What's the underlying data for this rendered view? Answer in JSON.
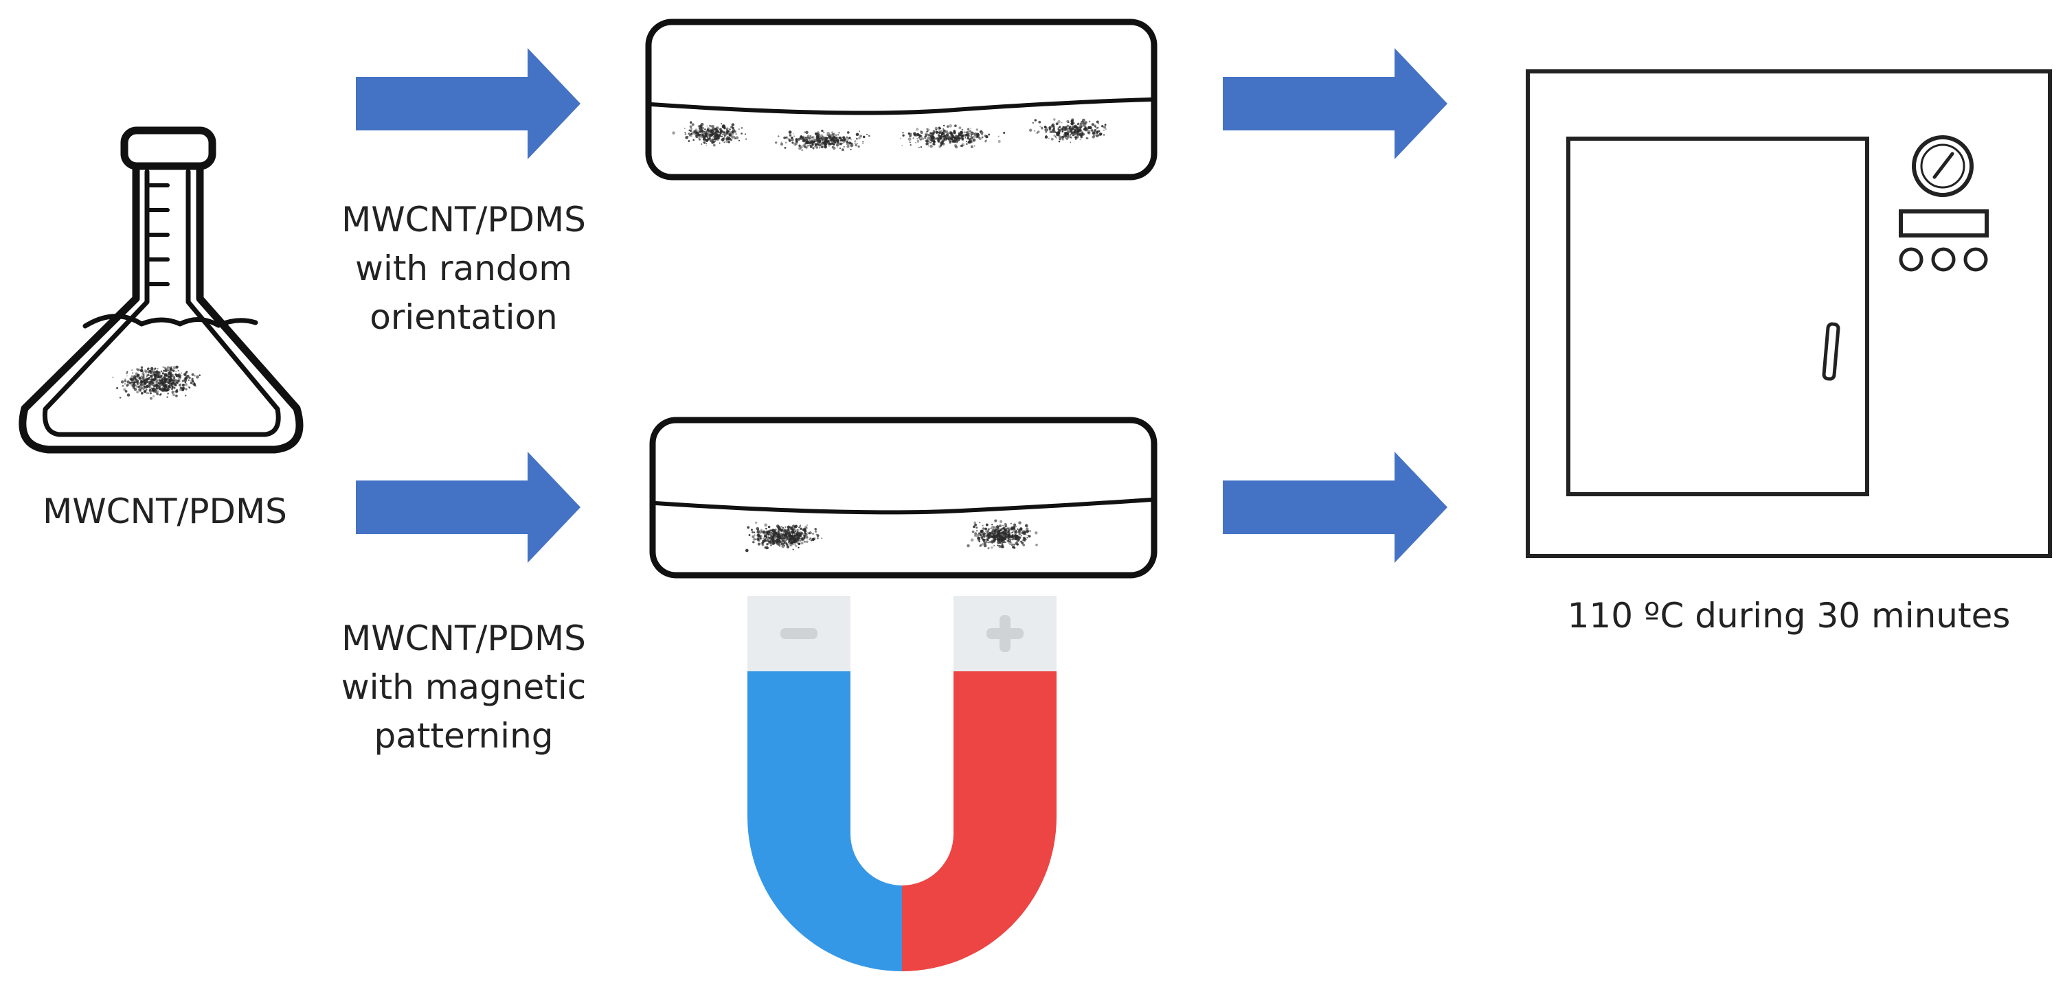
{
  "labels": {
    "flask": "MWCNT/PDMS",
    "random": [
      "MWCNT/PDMS",
      "with random",
      "orientation"
    ],
    "magnetic": [
      "MWCNT/PDMS",
      "with magnetic",
      "patterning"
    ],
    "oven": "110 ºC during 30 minutes"
  },
  "colors": {
    "arrow": "#4472C4",
    "outline": "#111111",
    "magnet_south": "#3598E6",
    "magnet_north": "#EC4543",
    "magnet_cap": "#E9ECEE",
    "magnet_sign": "#CFD3D6",
    "particles": "#2a2a2a"
  },
  "icons": {
    "flask": "erlenmeyer-flask-icon",
    "magnet": "horseshoe-magnet-icon",
    "oven": "oven-icon",
    "pole_minus": "minus-icon",
    "pole_plus": "plus-icon"
  }
}
